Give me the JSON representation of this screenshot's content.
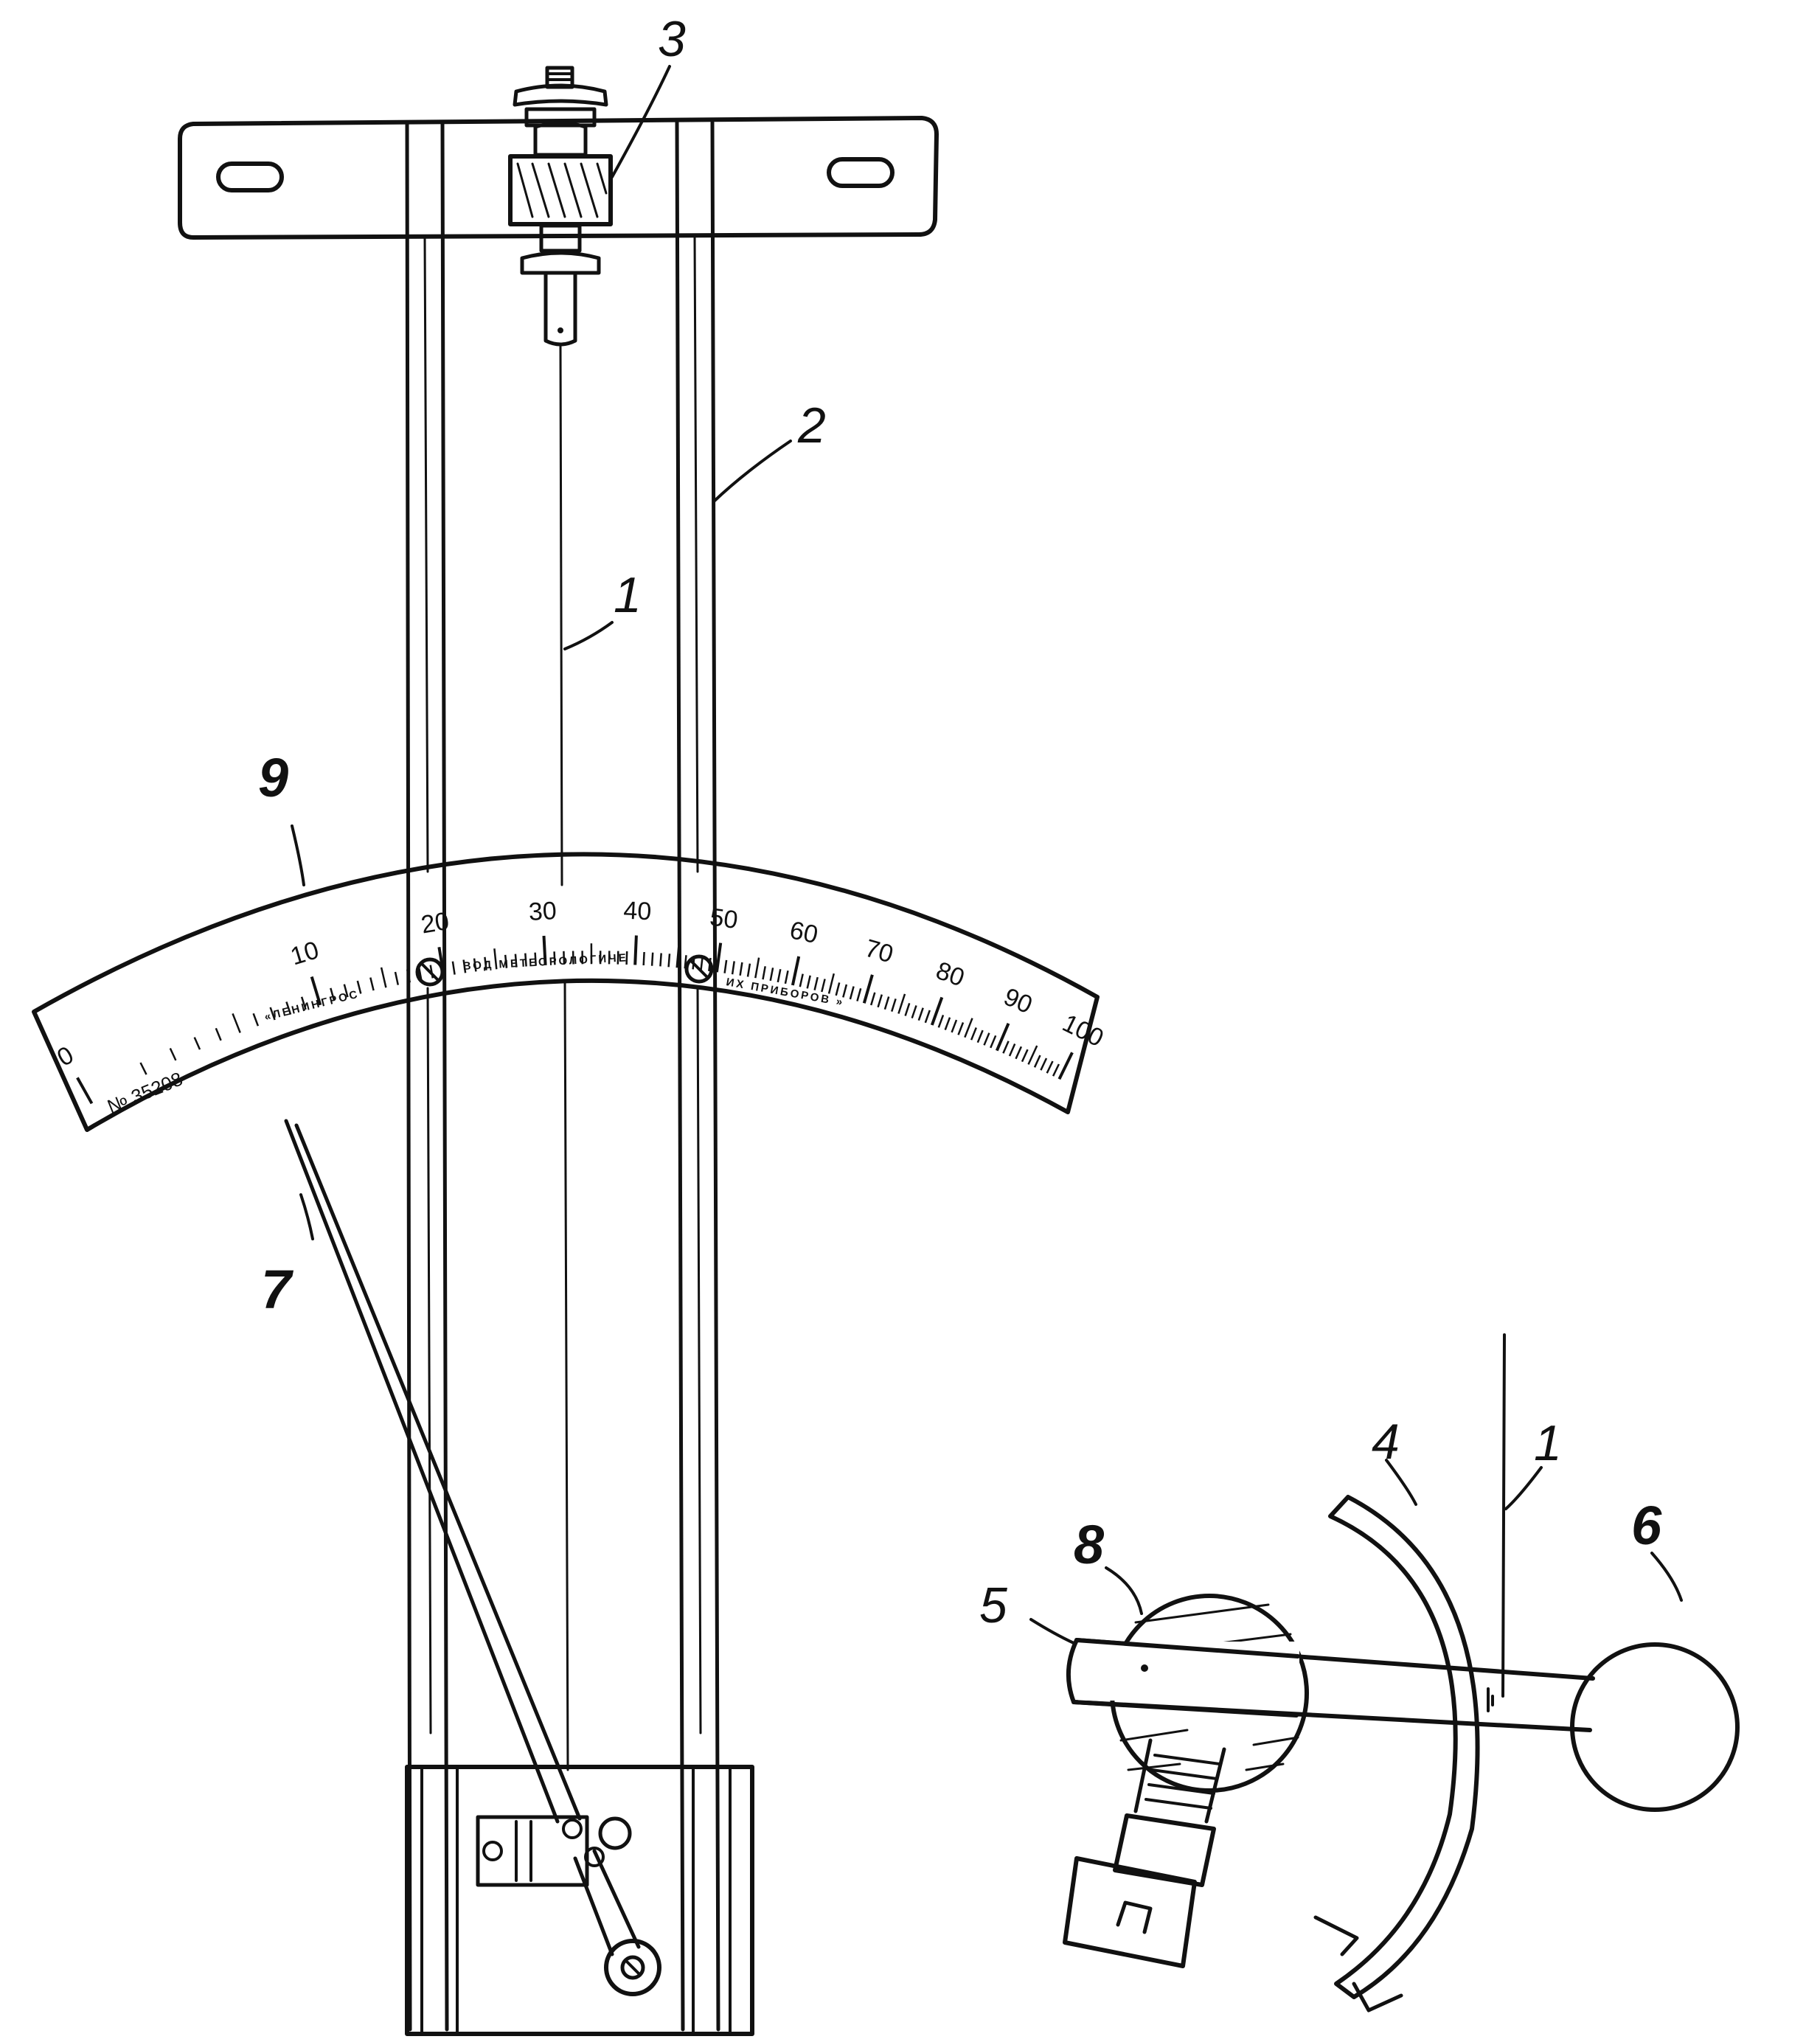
{
  "callouts": {
    "c1_main": "1",
    "c2": "2",
    "c3": "3",
    "c7": "7",
    "c9": "9",
    "c1_detail": "1",
    "c4": "4",
    "c5": "5",
    "c6": "6",
    "c8": "8"
  },
  "scale": {
    "labels": [
      "0",
      "10",
      "20",
      "30",
      "40",
      "50",
      "60",
      "70",
      "80",
      "90",
      "100"
    ],
    "maker_left": "«ЛЕНИНГРОС",
    "maker_mid": "ВОД МЕТЕОРОЛОГИЧЕ",
    "maker_right": "ИХ ПРИБОРОВ »",
    "serial": "№ 35208"
  }
}
